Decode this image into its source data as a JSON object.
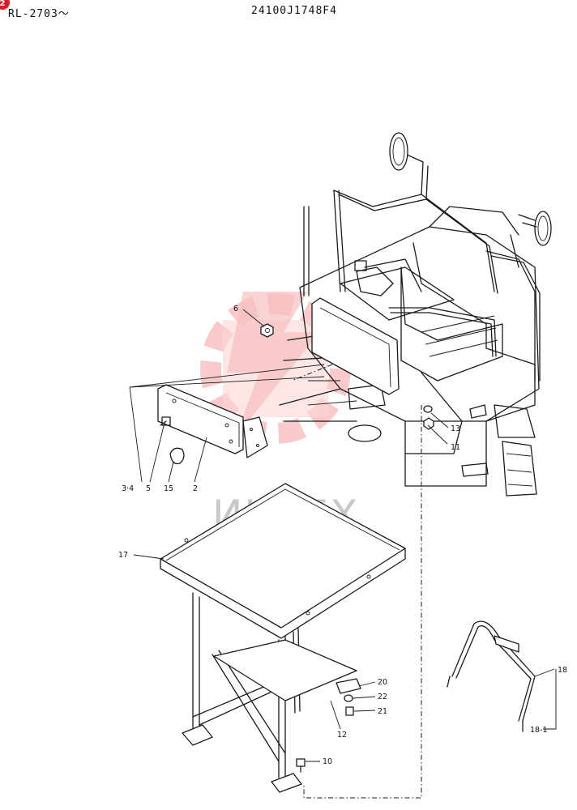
{
  "header": {
    "model": "RL-2703〜",
    "drawing_number": "24100J1748F4",
    "corner_badge": "2"
  },
  "watermark": {
    "text": "ИНТЕХ",
    "color": "#f08080"
  },
  "callouts": {
    "c6": "6",
    "c13": "13",
    "c11": "11",
    "c34": "3·4",
    "c5": "5",
    "c15": "15",
    "c2": "2",
    "c17": "17",
    "c18": "18",
    "c181": "18-1",
    "c20": "20",
    "c22": "22",
    "c21": "21",
    "c12": "12",
    "c10": "10"
  }
}
